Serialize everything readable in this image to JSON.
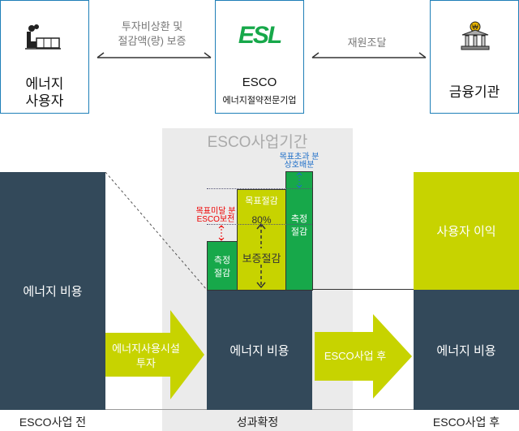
{
  "top": {
    "user": {
      "label1": "에너지",
      "label2": "사용자",
      "icon": "factory-icon"
    },
    "esco": {
      "logo": "ESL",
      "label1": "ESCO",
      "label2": "에너지절약전문기업"
    },
    "bank": {
      "label": "금융기관",
      "icon": "bank-icon"
    },
    "arrow_left": {
      "line1": "투자비상환 및",
      "line2": "절감액(량) 보증"
    },
    "arrow_right": {
      "label": "재원조달"
    }
  },
  "bottom": {
    "period_title": "ESCO사업기간",
    "before_cost": "에너지 비용",
    "invest_arrow": {
      "line1": "에너지사용시설",
      "line2": "투자"
    },
    "center_cost": "에너지 비용",
    "after_arrow": "ESCO사업 후",
    "user_benefit": "사용자 이익",
    "after_cost": "에너지 비용",
    "measured1": {
      "line1": "측정",
      "line2": "절감"
    },
    "target_saving": "목표절감",
    "percent": "80%",
    "guarantee": "보증절감",
    "measured2": {
      "line1": "측정",
      "line2": "절감"
    },
    "shortfall": {
      "line1": "목표미달 분",
      "line2": "ESCO보전"
    },
    "excess": {
      "line1": "목표초과 분",
      "line2": "상호배분"
    },
    "footer": {
      "before": "ESCO사업 전",
      "confirm": "성과확정",
      "after": "ESCO사업 후"
    }
  },
  "colors": {
    "dark": "#33495a",
    "olive": "#c7d300",
    "green": "#17a84a",
    "border": "#1f7fb8"
  }
}
